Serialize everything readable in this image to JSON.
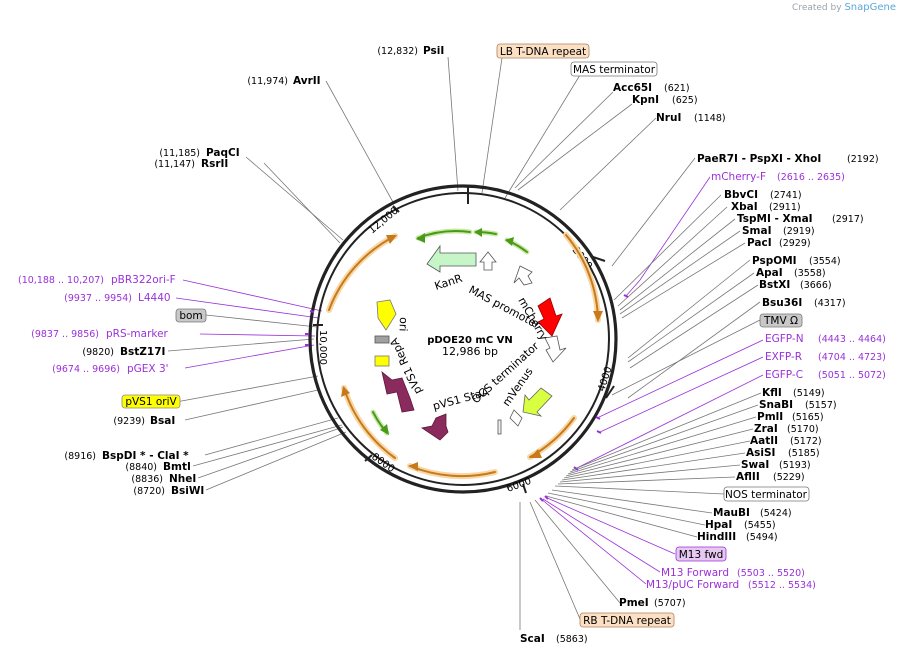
{
  "credit": {
    "prefix": "Created by",
    "brand": "SnapGene"
  },
  "plasmid": {
    "name": "pDOE20 mC VN",
    "length": "12,986 bp"
  },
  "ticks": [
    "2000",
    "4000",
    "6000",
    "8000",
    "10,000",
    "12,000"
  ],
  "features": {
    "kanr": "KanR",
    "mas_promoter": "MAS promoter",
    "mcherry": "mCherry",
    "ocs_terminator": "OCS terminator",
    "mvenus": "mVenus",
    "pvs1_stab": "pVS1 StaA",
    "pvs1_repa": "pVS1 RepA",
    "ori": "ori"
  },
  "left_labels": {
    "psii": {
      "pos": "(12,832)",
      "name": "PsiI"
    },
    "avrii": {
      "pos": "(11,974)",
      "name": "AvrII"
    },
    "paqci": {
      "pos": "(11,185)",
      "name": "PaqCI"
    },
    "rsrii": {
      "pos": "(11,147)",
      "name": "RsrII"
    },
    "pbr322": {
      "pos": "(10,188 .. 10,207)",
      "name": "pBR322ori-F"
    },
    "l4440": {
      "pos": "(9937 .. 9954)",
      "name": "L4440"
    },
    "bom": {
      "name": "bom"
    },
    "prs": {
      "pos": "(9837 .. 9856)",
      "name": "pRS-marker"
    },
    "bstz17i": {
      "pos": "(9820)",
      "name": "BstZ17I"
    },
    "pgex3": {
      "pos": "(9674 .. 9696)",
      "name": "pGEX 3'"
    },
    "pvs1ori": {
      "name": "pVS1 oriV"
    },
    "bsai": {
      "pos": "(9239)",
      "name": "BsaI"
    },
    "bspdi": {
      "pos": "(8916)",
      "name": "BspDI *  - ClaI *"
    },
    "bmti": {
      "pos": "(8840)",
      "name": "BmtI"
    },
    "nhei": {
      "pos": "(8836)",
      "name": "NheI"
    },
    "bsiwi": {
      "pos": "(8720)",
      "name": "BsiWI"
    }
  },
  "top_boxes": {
    "lb": "LB T-DNA repeat",
    "mas_term": "MAS terminator"
  },
  "right_labels": {
    "acc65i": {
      "name": "Acc65I",
      "pos": "(621)"
    },
    "kpni": {
      "name": "KpnI",
      "pos": "(625)"
    },
    "nrui": {
      "name": "NruI",
      "pos": "(1148)"
    },
    "paer7i": {
      "name": "PaeR7I  - PspXI  - XhoI",
      "pos": "(2192)"
    },
    "mcherryf": {
      "name": "mCherry-F",
      "pos": "(2616 .. 2635)"
    },
    "bbvci": {
      "name": "BbvCI",
      "pos": "(2741)"
    },
    "xbai": {
      "name": "XbaI",
      "pos": "(2911)"
    },
    "tspmi": {
      "name": "TspMI  - XmaI",
      "pos": "(2917)"
    },
    "smai": {
      "name": "SmaI",
      "pos": "(2919)"
    },
    "paci": {
      "name": "PacI",
      "pos": "(2929)"
    },
    "pspomi": {
      "name": "PspOMI",
      "pos": "(3554)"
    },
    "apai": {
      "name": "ApaI",
      "pos": "(3558)"
    },
    "bstxi": {
      "name": "BstXI",
      "pos": "(3666)"
    },
    "bsu36i": {
      "name": "Bsu36I",
      "pos": "(4317)"
    },
    "tmv": {
      "name": "TMV Ω"
    },
    "egfpn": {
      "name": "EGFP-N",
      "pos": "(4443 .. 4464)"
    },
    "exfpr": {
      "name": "EXFP-R",
      "pos": "(4704 .. 4723)"
    },
    "egfpc": {
      "name": "EGFP-C",
      "pos": "(5051 .. 5072)"
    },
    "kfli": {
      "name": "KflI",
      "pos": "(5149)"
    },
    "snabi": {
      "name": "SnaBI",
      "pos": "(5157)"
    },
    "pmli": {
      "name": "PmlI",
      "pos": "(5165)"
    },
    "zrai": {
      "name": "ZraI",
      "pos": "(5170)"
    },
    "aatii": {
      "name": "AatII",
      "pos": "(5172)"
    },
    "asisi": {
      "name": "AsiSI",
      "pos": "(5185)"
    },
    "swai": {
      "name": "SwaI",
      "pos": "(5193)"
    },
    "aflii": {
      "name": "AflII",
      "pos": "(5229)"
    },
    "nos_term": {
      "name": "NOS terminator"
    },
    "maubi": {
      "name": "MauBI",
      "pos": "(5424)"
    },
    "hpai": {
      "name": "HpaI",
      "pos": "(5455)"
    },
    "hindiii": {
      "name": "HindIII",
      "pos": "(5494)"
    },
    "m13fwd": {
      "name": "M13 fwd"
    },
    "m13forward": {
      "name": "M13 Forward",
      "pos": "(5503 .. 5520)"
    },
    "m13puc": {
      "name": "M13/pUC Forward",
      "pos": "(5512 .. 5534)"
    },
    "pmei": {
      "name": "PmeI",
      "pos": "(5707)"
    },
    "rb": {
      "name": "RB T-DNA repeat"
    },
    "scai": {
      "name": "ScaI",
      "pos": "(5863)"
    }
  },
  "colors": {
    "backbone": "#222222",
    "primer": "#9b30d9",
    "orange_feature": "#f0a030",
    "green_feature": "#4a9a1a",
    "kanr": "#c6f5c8",
    "mcherry": "#ff0000",
    "mvenus": "#d8ff40",
    "pvs1": "#8b2a5c",
    "ori_yellow": "#ffff00",
    "lb_box": "#fce0c4",
    "m13_box": "#e6c8f2",
    "gray_box": "#c8c8c8"
  }
}
